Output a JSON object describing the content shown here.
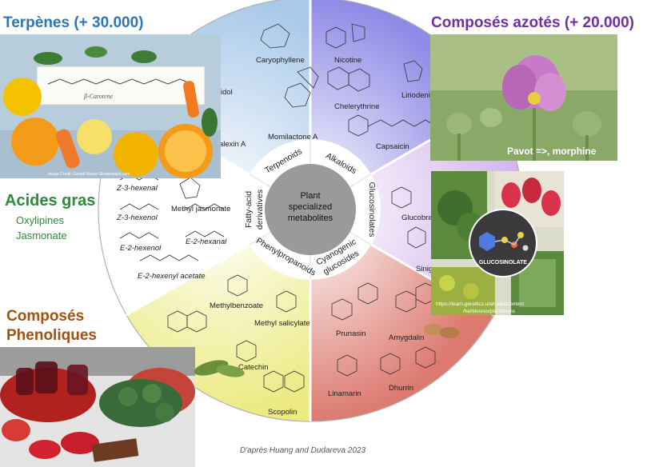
{
  "headings": {
    "terpenes": "Terpènes (+ 30.000)",
    "azotes": "Composés azotés (+ 20.000)",
    "acides_gras": "Acides gras",
    "acides_sub1": "Oxylipines",
    "acides_sub2": "Jasmonate",
    "phenoliques_1": "Composés",
    "phenoliques_2": "Phenoliques"
  },
  "center": {
    "line1": "Plant",
    "line2": "specialized",
    "line3": "metabolites"
  },
  "classes": {
    "terpenoids": "Terpenoids",
    "alkaloids": "Alkaloids",
    "glucosinolates": "Glucosinolates",
    "cyanogenic_1": "Cyanogenic",
    "cyanogenic_2": "glucosides",
    "phenylpropanoids": "Phenylpropanoids",
    "fatty_1": "Fatty-acid",
    "fatty_2": "derivatives"
  },
  "compounds": {
    "caryophyllene": "Caryophyllene",
    "idol": "idol",
    "momilactone": "Momilactone A",
    "alexin": "alexin A",
    "nicotine": "Nicotine",
    "chelerythrine": "Chelerythrine",
    "liriodenine": "Liriodenine",
    "capsaicin": "Capsaicin",
    "glucobrassicin": "Glucobrassicin",
    "sinigrin": "Sinigrin",
    "prunasin": "Prunasin",
    "amygdalin": "Amygdalin",
    "linamarin": "Linamarin",
    "dhurrin": "Dhurrin",
    "methylbenzoate": "Methylbenzoate",
    "methyl_salicylate": "Methyl salicylate",
    "catechin": "Catechin",
    "scopolin": "Scopolin",
    "z3_hexenal": "Z-3-hexenal",
    "methyl_jasmonate": "Methyl jasmonate",
    "z3_hexenol": "Z-3-hexenol",
    "e2_hexanal": "E-2-hexanal",
    "e2_hexenol": "E-2-hexenol",
    "e2_hexenyl_acetate": "E-2-hexenyl acetate"
  },
  "photos": {
    "carotene_note": "β-Carotene",
    "credit": "Image Credit: Gerald Mauro-Shutterstock.com",
    "pavot_caption": "Pavot =>, morphine",
    "glucosinolate_badge": "GLUCOSINOLATE",
    "url_line1": "https://learn.genetics.utah.edu/content",
    "url_line2": "/herbivores/planttoxins"
  },
  "citation": "D'après Huang and Dudareva 2023",
  "colors": {
    "terpenoids": "#b8d4ee",
    "alkaloids": "#a8a4ec",
    "glucosinolates": "#dcc4f0",
    "cyanogenic": "#e4948a",
    "phenylpropanoids": "#f0ee9a",
    "fatty_acid": "#ffffff",
    "center": "#9a9a9a"
  }
}
